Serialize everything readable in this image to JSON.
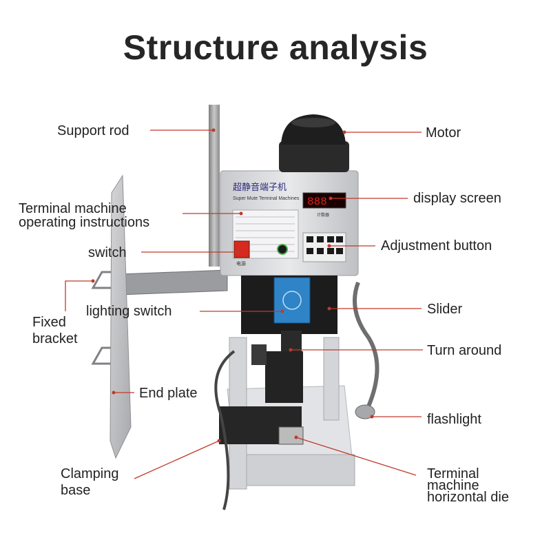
{
  "title": "Structure analysis",
  "panel": {
    "cn_title": "超静音端子机",
    "en_title": "Super Mute Terminal Machines",
    "display_digits": "888",
    "counter_label": "计数器",
    "power_label": "电源"
  },
  "labels": {
    "support_rod": "Support rod",
    "motor": "Motor",
    "display_screen": "display screen",
    "terminal_instructions_1": "Terminal machine",
    "terminal_instructions_2": "operating instructions",
    "switch": "switch",
    "adjustment_button": "Adjustment button",
    "lighting_switch": "lighting switch",
    "slider": "Slider",
    "fixed_bracket_1": "Fixed",
    "fixed_bracket_2": "bracket",
    "turn_around": "Turn around",
    "end_plate": "End plate",
    "flashlight": "flashlight",
    "clamping_base_1": "Clamping",
    "clamping_base_2": "base",
    "horizontal_die_1": "Terminal",
    "horizontal_die_2": "machine",
    "horizontal_die_3": "horizontal die"
  },
  "colors": {
    "leader": "#c0392b",
    "display_red": "#e0231b",
    "body_gray": "#d9dadd",
    "motor_black": "#1e1e1e"
  }
}
